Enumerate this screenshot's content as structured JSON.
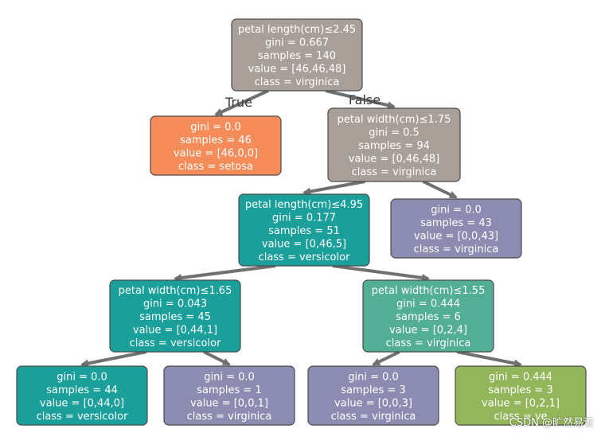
{
  "colors": {
    "edge": "#707070",
    "gray": "#a89f99",
    "gray_border": "#b4aea8",
    "orange": "#f58c5a",
    "teal": "#1a9f9b",
    "teal_light": "#52ae94",
    "purple": "#8c8cb2",
    "purple_light": "#9595ba",
    "green": "#93b65a",
    "node_border": "#4a4a4a"
  },
  "edge_labels": {
    "true": "True",
    "false": "False"
  },
  "nodes": [
    {
      "id": "n0",
      "color": "gray",
      "lines": [
        "petal length(cm)≤2.45",
        "gini = 0.667",
        "samples = 140",
        "value = [46,46,48]",
        "class = virginica"
      ]
    },
    {
      "id": "n1",
      "color": "orange",
      "lines": [
        "gini = 0.0",
        "samples = 46",
        "value = [46,0,0]",
        "class = setosa"
      ]
    },
    {
      "id": "n2",
      "color": "gray",
      "lines": [
        "petal width(cm)≤1.75",
        "gini = 0.5",
        "samples = 94",
        "value = [0,46,48]",
        "class = virginica"
      ]
    },
    {
      "id": "n3",
      "color": "teal",
      "lines": [
        "petal length(cm)≤4.95",
        "gini = 0.177",
        "samples = 51",
        "value = [0,46,5]",
        "class = versicolor"
      ]
    },
    {
      "id": "n4",
      "color": "purple",
      "lines": [
        "gini = 0.0",
        "samples = 43",
        "value = [0,0,43]",
        "class = virginica"
      ]
    },
    {
      "id": "n5",
      "color": "teal",
      "lines": [
        "petal width(cm)≤1.65",
        "gini = 0.043",
        "samples = 45",
        "value = [0,44,1]",
        "class = versicolor"
      ]
    },
    {
      "id": "n6",
      "color": "teal_light",
      "lines": [
        "petal width(cm)≤1.55",
        "gini = 0.444",
        "samples = 6",
        "value = [0,2,4]",
        "class = virginica"
      ]
    },
    {
      "id": "n7",
      "color": "teal",
      "lines": [
        "gini = 0.0",
        "samples = 44",
        "value = [0,44,0]",
        "class = versicolor"
      ]
    },
    {
      "id": "n8",
      "color": "purple",
      "lines": [
        "gini = 0.0",
        "samples = 1",
        "value = [0,0,1]",
        "class = virginica"
      ]
    },
    {
      "id": "n9",
      "color": "purple",
      "lines": [
        "gini = 0.0",
        "samples = 3",
        "value = [0,0,3]",
        "class = virginica"
      ]
    },
    {
      "id": "n10",
      "color": "green",
      "lines": [
        "gini = 0.444",
        "samples = 3",
        "value = [0,2,1]",
        "class = ve"
      ]
    }
  ],
  "edges": [
    [
      "n0",
      "n1"
    ],
    [
      "n0",
      "n2"
    ],
    [
      "n2",
      "n3"
    ],
    [
      "n2",
      "n4"
    ],
    [
      "n3",
      "n5"
    ],
    [
      "n3",
      "n6"
    ],
    [
      "n5",
      "n7"
    ],
    [
      "n5",
      "n8"
    ],
    [
      "n6",
      "n9"
    ],
    [
      "n6",
      "n10"
    ]
  ],
  "watermark": "CSDN @旷然易证"
}
